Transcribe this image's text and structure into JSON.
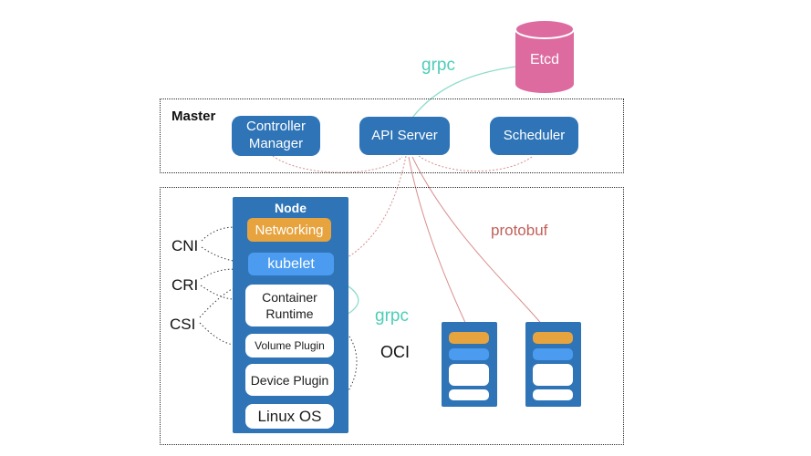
{
  "master": {
    "label": "Master",
    "boxes": [
      "Controller Manager",
      "API Server",
      "Scheduler"
    ]
  },
  "etcd": {
    "label": "Etcd"
  },
  "node": {
    "label": "Node",
    "items": [
      "Networking",
      "kubelet",
      "Container Runtime",
      "Volume Plugin",
      "Device Plugin",
      "Linux OS"
    ]
  },
  "interface_labels": {
    "cni": "CNI",
    "cri": "CRI",
    "csi": "CSI"
  },
  "protocol_labels": {
    "grpc_etcd": "grpc",
    "grpc_node": "grpc",
    "protobuf": "protobuf",
    "oci": "OCI"
  },
  "pods": {
    "count": 2
  },
  "colors": {
    "primary_blue": "#2e74b7",
    "light_blue": "#4b9cf1",
    "orange": "#e7a33e",
    "pink": "#dd6ba0",
    "teal_text": "#4ecdb8",
    "teal_line": "#8fdccb",
    "salmon_line": "#d89090",
    "protobuf_text": "#c2605a",
    "box_text": "#ffffff"
  }
}
